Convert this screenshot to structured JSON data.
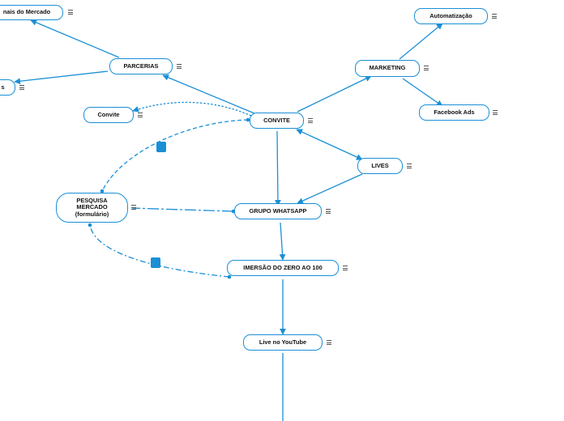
{
  "theme": {
    "accent": "#1a8fd6",
    "text": "#111111",
    "background": "#ffffff"
  },
  "nodes": {
    "canais": {
      "label": "nais do Mercado"
    },
    "s_node": {
      "label": "s"
    },
    "parcerias": {
      "label": "PARCERIAS"
    },
    "convite_small": {
      "label": "Convite"
    },
    "convite": {
      "label": "CONVITE"
    },
    "marketing": {
      "label": "MARKETING"
    },
    "automatizacao": {
      "label": "Automatização"
    },
    "facebook_ads": {
      "label": "Facebook Ads"
    },
    "lives": {
      "label": "LIVES"
    },
    "pesquisa": {
      "line1": "PESQUISA",
      "line2": "MERCADO",
      "line3": "(formulário)"
    },
    "grupo_whatsapp": {
      "label": "GRUPO WHATSAPP"
    },
    "imersao": {
      "label": "IMERSÃO DO ZERO AO 100"
    },
    "live_youtube": {
      "label": "Live no YouTube"
    }
  },
  "icons": {
    "node_menu": "hamburger-menu-icon",
    "note": "note-icon"
  }
}
